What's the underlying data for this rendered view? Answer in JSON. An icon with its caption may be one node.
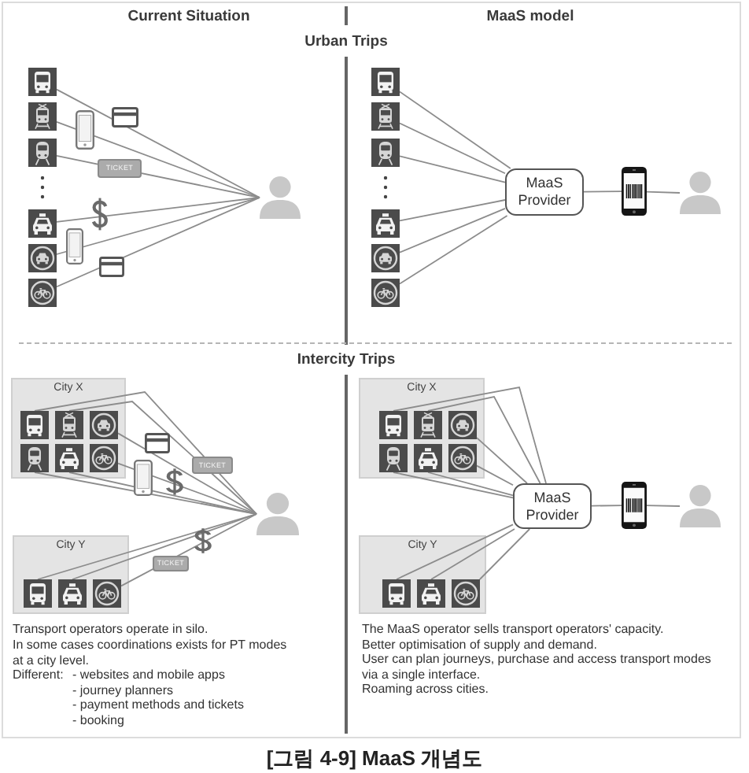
{
  "diagram": {
    "caption": "[그림 4-9] MaaS 개념도",
    "nodes": [
      {
        "text": [],
        "shape": "picture"
      },
      {
        "text": [],
        "shape": "picture"
      },
      {
        "text": [],
        "shape": "picture"
      },
      {
        "text": [],
        "shape": "picture"
      },
      {
        "text": [],
        "shape": "picture"
      },
      {
        "text": [],
        "shape": "picture"
      },
      {
        "text": [],
        "shape": "person"
      },
      {
        "text": [],
        "shape": "picture"
      },
      {
        "text": [],
        "shape": "picture"
      },
      {
        "text": [],
        "shape": "picture"
      },
      {
        "text": [],
        "shape": "picture"
      },
      {
        "text": [],
        "shape": "picture"
      },
      {
        "text": [],
        "shape": "picture"
      },
      {
        "text": [
          "MaaS Provider"
        ]
      },
      {
        "text": [],
        "shape": "picture"
      },
      {
        "text": [],
        "shape": "person"
      },
      {
        "text": [
          "City X"
        ]
      },
      {
        "text": [],
        "shape": "picture",
        "in": 16
      },
      {
        "text": [],
        "shape": "picture",
        "in": 16
      },
      {
        "text": [],
        "shape": "picture",
        "in": 16
      },
      {
        "text": [],
        "shape": "picture",
        "in": 16
      },
      {
        "text": [],
        "shape": "picture",
        "in": 16
      },
      {
        "text": [],
        "shape": "picture",
        "in": 16
      },
      {
        "text": [
          "City Y"
        ]
      },
      {
        "text": [],
        "shape": "picture",
        "in": 23
      },
      {
        "text": [],
        "shape": "picture",
        "in": 23
      },
      {
        "text": [],
        "shape": "picture",
        "in": 23
      },
      {
        "text": [],
        "shape": "person"
      },
      {
        "text": [
          "City X"
        ]
      },
      {
        "text": [],
        "shape": "picture",
        "in": 28
      },
      {
        "text": [],
        "shape": "picture",
        "in": 28
      },
      {
        "text": [],
        "shape": "picture",
        "in": 28
      },
      {
        "text": [],
        "shape": "picture",
        "in": 28
      },
      {
        "text": [],
        "shape": "picture",
        "in": 28
      },
      {
        "text": [],
        "shape": "picture",
        "in": 28
      },
      {
        "text": [
          "City Y"
        ]
      },
      {
        "text": [],
        "shape": "picture",
        "in": 35
      },
      {
        "text": [],
        "shape": "picture",
        "in": 35
      },
      {
        "text": [],
        "shape": "picture",
        "in": 35
      },
      {
        "text": [
          "MaaS Provider"
        ]
      },
      {
        "text": [],
        "shape": "picture"
      },
      {
        "text": [],
        "shape": "person"
      }
    ],
    "edges": [
      {
        "from": 0,
        "to": 6,
        "arrow": "none"
      },
      {
        "from": 1,
        "to": 6,
        "arrow": "none"
      },
      {
        "from": 2,
        "to": 6,
        "arrow": "none"
      },
      {
        "from": 3,
        "to": 6,
        "arrow": "none"
      },
      {
        "from": 4,
        "to": 6,
        "arrow": "none"
      },
      {
        "from": 5,
        "to": 6,
        "arrow": "none"
      },
      {
        "from": 7,
        "to": 13,
        "arrow": "none"
      },
      {
        "from": 8,
        "to": 13,
        "arrow": "none"
      },
      {
        "from": 9,
        "to": 13,
        "arrow": "none"
      },
      {
        "from": 10,
        "to": 13,
        "arrow": "none"
      },
      {
        "from": 11,
        "to": 13,
        "arrow": "none"
      },
      {
        "from": 12,
        "to": 13,
        "arrow": "none"
      },
      {
        "from": 13,
        "to": 14,
        "arrow": "none"
      },
      {
        "from": 14,
        "to": 15,
        "arrow": "none"
      },
      {
        "from": 17,
        "to": 27,
        "arrow": "none"
      },
      {
        "from": 18,
        "to": 27,
        "arrow": "none"
      },
      {
        "from": 19,
        "to": 27,
        "arrow": "none"
      },
      {
        "from": 20,
        "to": 27,
        "arrow": "none"
      },
      {
        "from": 21,
        "to": 27,
        "arrow": "none"
      },
      {
        "from": 22,
        "to": 27,
        "arrow": "none"
      },
      {
        "from": 24,
        "to": 27,
        "arrow": "none"
      },
      {
        "from": 25,
        "to": 27,
        "arrow": "none"
      },
      {
        "from": 26,
        "to": 27,
        "arrow": "none"
      },
      {
        "from": 29,
        "to": 39,
        "arrow": "none"
      },
      {
        "from": 30,
        "to": 39,
        "arrow": "none"
      },
      {
        "from": 31,
        "to": 39,
        "arrow": "none"
      },
      {
        "from": 32,
        "to": 39,
        "arrow": "none"
      },
      {
        "from": 33,
        "to": 39,
        "arrow": "none"
      },
      {
        "from": 34,
        "to": 39,
        "arrow": "none"
      },
      {
        "from": 36,
        "to": 39,
        "arrow": "none"
      },
      {
        "from": 37,
        "to": 39,
        "arrow": "none"
      },
      {
        "from": 38,
        "to": 39,
        "arrow": "none"
      },
      {
        "from": 39,
        "to": 40,
        "arrow": "none"
      },
      {
        "from": 40,
        "to": 41,
        "arrow": "none"
      }
    ],
    "labels": [
      "Current Situation",
      "MaaS model",
      "Urban Trips",
      "TICKET",
      "Intercity Trips",
      "TICKET",
      "TICKET",
      "Transport operators operate in silo.",
      "In some cases coordinations exists for PT modes at a city level.",
      "Different:",
      "- websites and mobile apps",
      "- journey planners",
      "- payment methods and tickets",
      "- booking",
      "The MaaS operator sells transport operators' capacity.",
      "Better optimisation of supply and demand.",
      "User can plan journeys, purchase and access transport modes via a single interface.",
      "Roaming across cities."
    ]
  }
}
